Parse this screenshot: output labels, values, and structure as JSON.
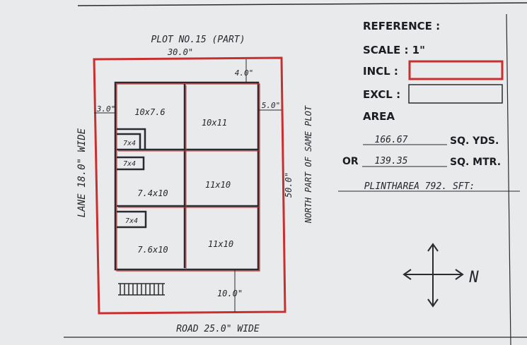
{
  "plot_title": "PLOT NO.15 (PART)",
  "top_width": "30.0\"",
  "top_right_setback": "4.0\"",
  "left_setback": "3.0\"",
  "right_setback": "5.0\"",
  "lane_label": "LANE 18.0\" WIDE",
  "north_label": "NORTH PART OF SAME PLOT",
  "depth": "50.0\"",
  "bottom_setback": "10.0\"",
  "road_label": "ROAD 25.0\" WIDE",
  "rooms": [
    "10x7.6",
    "10x11",
    "7x4",
    "7x4",
    "7.4x10",
    "11x10",
    "7x4",
    "7.6x10",
    "11x10"
  ],
  "legend": {
    "reference": "REFERENCE :",
    "scale": "SCALE : 1\"",
    "incl": "INCL :",
    "excl": "EXCL :",
    "area": "AREA",
    "sq_yds_value": "166.67",
    "sq_yds_unit": "SQ. YDS.",
    "or": "OR",
    "sq_mtr_value": "139.35",
    "sq_mtr_unit": "SQ. MTR.",
    "plinth": "PLINTHAREA 792. SFT:"
  },
  "compass_north": "N",
  "colors": {
    "boundary": "#c8302f",
    "ink": "#1c1d22",
    "paper": "#e9eaec"
  }
}
